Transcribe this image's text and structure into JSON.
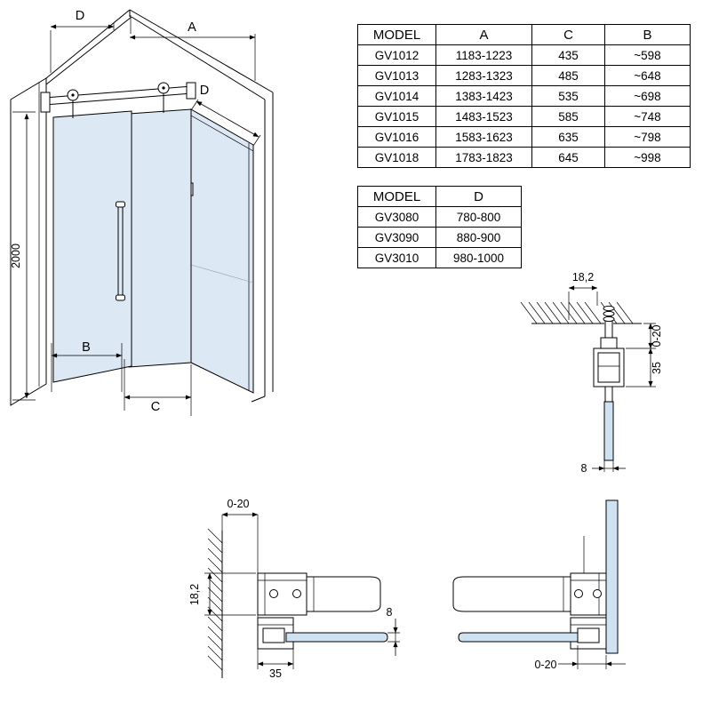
{
  "tables": {
    "main": {
      "headers": [
        "MODEL",
        "A",
        "C",
        "B"
      ],
      "rows": [
        [
          "GV1012",
          "1183-1223",
          "435",
          "~598"
        ],
        [
          "GV1013",
          "1283-1323",
          "485",
          "~648"
        ],
        [
          "GV1014",
          "1383-1423",
          "535",
          "~698"
        ],
        [
          "GV1015",
          "1483-1523",
          "585",
          "~748"
        ],
        [
          "GV1016",
          "1583-1623",
          "635",
          "~798"
        ],
        [
          "GV1018",
          "1783-1823",
          "645",
          "~998"
        ]
      ]
    },
    "depth": {
      "headers": [
        "MODEL",
        "D"
      ],
      "rows": [
        [
          "GV3080",
          "780-800"
        ],
        [
          "GV3090",
          "880-900"
        ],
        [
          "GV3010",
          "980-1000"
        ]
      ]
    }
  },
  "iso": {
    "d_left": "D",
    "a": "A",
    "d_side": "D",
    "height": "2000",
    "b": "B",
    "c": "C"
  },
  "det1": {
    "offset": "18,2",
    "gap": "0-20",
    "rail": "35",
    "glass": "8"
  },
  "det2": {
    "gap": "0-20",
    "offset": "18,2",
    "clamp": "35",
    "glass": "8"
  },
  "det3": {
    "gap": "0-20"
  },
  "colors": {
    "glass": "#dce8f3",
    "glass_strip": "#cfe2f2",
    "line": "#000000"
  }
}
